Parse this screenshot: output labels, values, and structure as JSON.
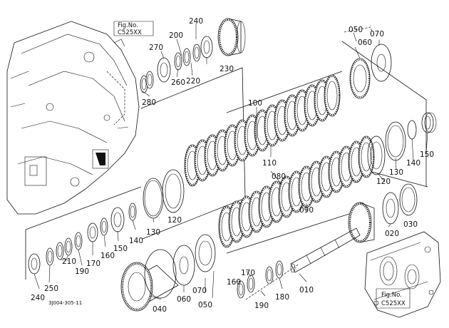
{
  "figure": {
    "code": "3J004-305-11",
    "fig_ref_top": {
      "line1": "Fig.No.",
      "line2": "C525XX"
    },
    "fig_ref_bottom": {
      "line1": "Fig.No.",
      "line2": "C525XX"
    }
  },
  "callouts": {
    "c240_top": "240",
    "c200": "200",
    "c270": "270",
    "c260": "260",
    "c220": "220",
    "c230": "230",
    "c280": "280",
    "c050_top": "050",
    "c070_top": "070",
    "c060_top": "060",
    "c100": "100",
    "c110": "110",
    "c080": "080",
    "c090": "090",
    "c130_right": "130",
    "c140_right": "140",
    "c150_right": "150",
    "c120_right": "120",
    "c120_mid": "120",
    "c130_mid": "130",
    "c140_mid": "140",
    "c150_mid": "150",
    "c160_mid": "160",
    "c170_mid": "170",
    "c210": "210",
    "c190_left": "190",
    "c250": "250",
    "c240_left": "240",
    "c020": "020",
    "c030": "030",
    "c040": "040",
    "c060_bot": "060",
    "c070_bot": "070",
    "c050_bot": "050",
    "c170_bot": "170",
    "c160_bot": "160",
    "c180": "180",
    "c010": "010",
    "c190_bot": "190"
  }
}
